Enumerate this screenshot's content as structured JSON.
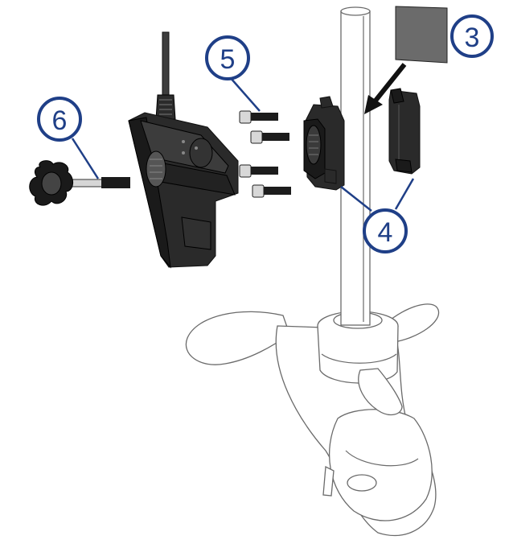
{
  "callouts": [
    {
      "id": "3",
      "label": "3"
    },
    {
      "id": "4",
      "label": "4"
    },
    {
      "id": "5",
      "label": "5"
    },
    {
      "id": "6",
      "label": "6"
    }
  ],
  "colors": {
    "callout": "#1f3f87",
    "part_dark": "#2a2a2a",
    "ghost_outline": "#6a6a6a",
    "background": "#ffffff"
  }
}
